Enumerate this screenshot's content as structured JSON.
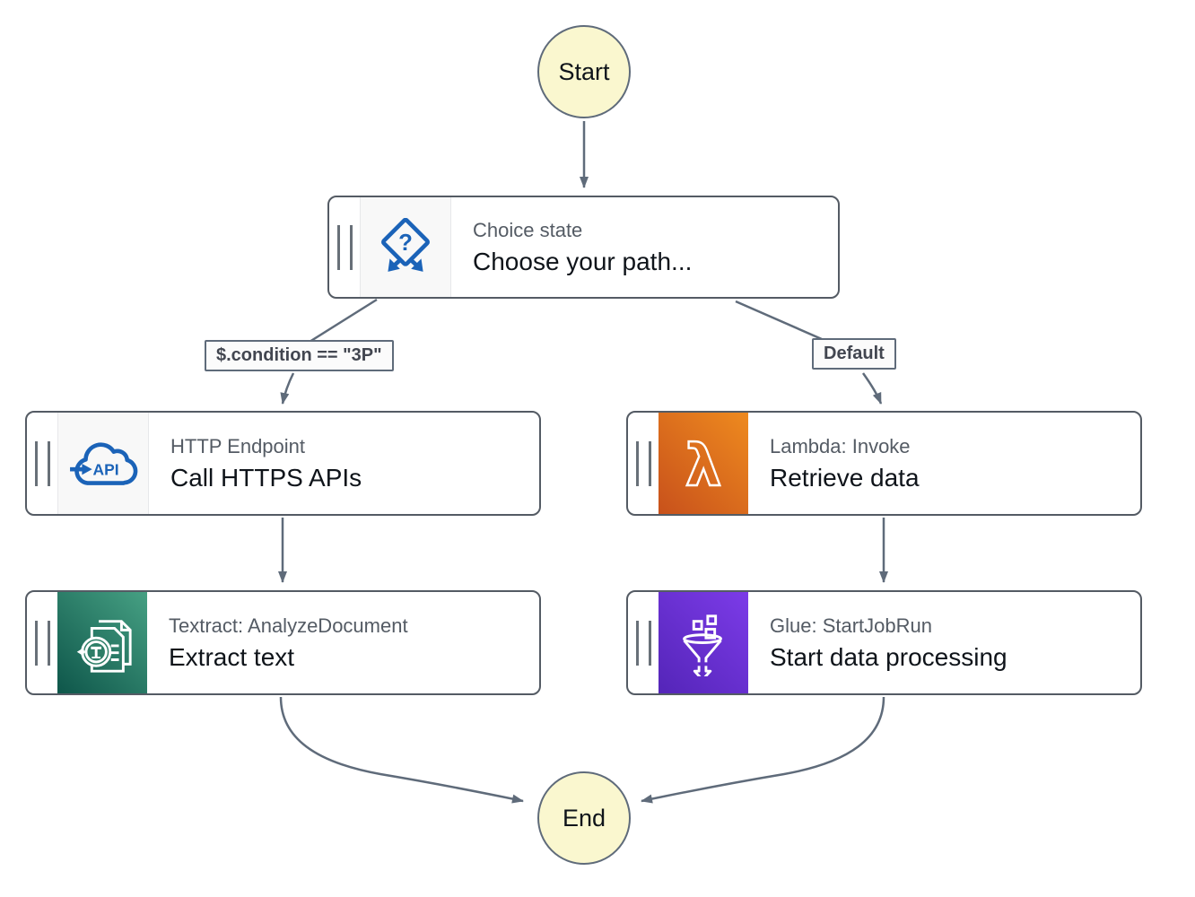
{
  "diagram": {
    "start_label": "Start",
    "end_label": "End",
    "nodes": {
      "choice": {
        "type_label": "Choice state",
        "name": "Choose your path..."
      },
      "http": {
        "type_label": "HTTP Endpoint",
        "name": "Call HTTPS APIs"
      },
      "lambda": {
        "type_label": "Lambda: Invoke",
        "name": "Retrieve data"
      },
      "textract": {
        "type_label": "Textract: AnalyzeDocument",
        "name": "Extract text"
      },
      "glue": {
        "type_label": "Glue: StartJobRun",
        "name": "Start data processing"
      }
    },
    "edge_labels": {
      "condition": "$.condition == \"3P\"",
      "default": "Default"
    },
    "icon_glyphs": {
      "choice_question": "?",
      "api_text": "API",
      "lambda_symbol": "λ"
    },
    "colors": {
      "terminal_fill": "#FAF7CF",
      "edge_stroke": "#5F6B7A",
      "node_border": "#545B64",
      "flow_icon_blue": "#1B63B8",
      "lambda_gradient": [
        "#C8511B",
        "#EE8A1F"
      ],
      "textract_gradient": [
        "#0E564A",
        "#46A083"
      ],
      "glue_gradient": [
        "#5425B8",
        "#7C3BE8"
      ],
      "type_text": "#545B64",
      "name_text": "#0F141A"
    }
  }
}
